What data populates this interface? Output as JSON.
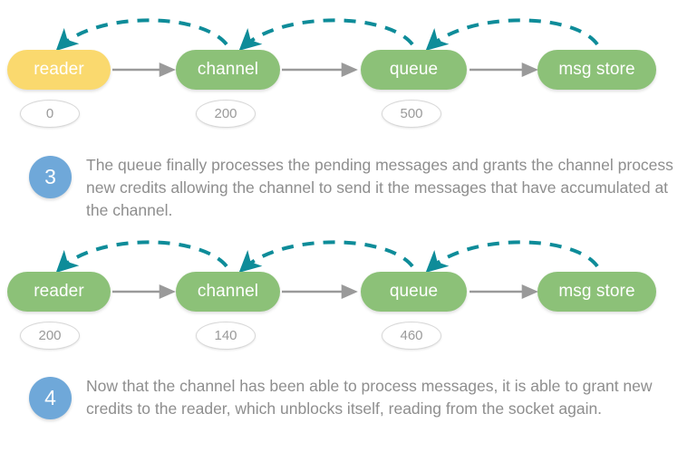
{
  "palette": {
    "node_green": "#8CC178",
    "node_yellow": "#FAD96E",
    "credit_arrow": "#0E8C99",
    "flow_arrow": "#9a9a9a",
    "step_circle": "#6FA8D9",
    "body_text": "#8e8e8e",
    "background": "#ffffff"
  },
  "diagrams": [
    {
      "id": "diagram-step-3-state",
      "nodes": [
        {
          "label": "reader",
          "color": "yellow",
          "credit": "0"
        },
        {
          "label": "channel",
          "color": "green",
          "credit": "200"
        },
        {
          "label": "queue",
          "color": "green",
          "credit": "500"
        },
        {
          "label": "msg store",
          "color": "green",
          "credit": null
        }
      ],
      "flow_arrows": [
        {
          "from": "reader",
          "to": "channel"
        },
        {
          "from": "channel",
          "to": "queue"
        },
        {
          "from": "queue",
          "to": "msg store"
        }
      ],
      "credit_arrows": [
        {
          "from": "channel",
          "to": "reader"
        },
        {
          "from": "queue",
          "to": "channel"
        },
        {
          "from": "msg store",
          "to": "queue"
        }
      ]
    },
    {
      "id": "diagram-step-4-state",
      "nodes": [
        {
          "label": "reader",
          "color": "green",
          "credit": "200"
        },
        {
          "label": "channel",
          "color": "green",
          "credit": "140"
        },
        {
          "label": "queue",
          "color": "green",
          "credit": "460"
        },
        {
          "label": "msg store",
          "color": "green",
          "credit": null
        }
      ],
      "flow_arrows": [
        {
          "from": "reader",
          "to": "channel"
        },
        {
          "from": "channel",
          "to": "queue"
        },
        {
          "from": "queue",
          "to": "msg store"
        }
      ],
      "credit_arrows": [
        {
          "from": "channel",
          "to": "reader"
        },
        {
          "from": "queue",
          "to": "channel"
        },
        {
          "from": "msg store",
          "to": "queue"
        }
      ]
    }
  ],
  "steps": [
    {
      "number": "3",
      "text": "The queue finally processes the pending messages and grants the channel process new credits allowing the channel to send it the messages that have accumulated at the channel."
    },
    {
      "number": "4",
      "text": "Now that the channel has been able to process messages, it is able to grant new credits to the reader, which unblocks itself, reading from the socket again."
    }
  ]
}
